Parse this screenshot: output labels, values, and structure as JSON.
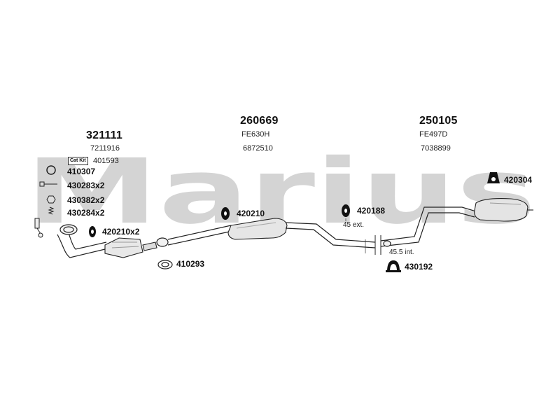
{
  "watermark": {
    "text": "Marius"
  },
  "sections": [
    {
      "main": "321111",
      "sub": "7211916"
    },
    {
      "main": "260669",
      "sub1": "FE630H",
      "sub2": "6872510"
    },
    {
      "main": "250105",
      "sub1": "FE497D",
      "sub2": "7038899"
    }
  ],
  "cat_kit": {
    "badge": "Cat Kit",
    "number": "401593"
  },
  "parts": {
    "p410307": "410307",
    "p430283": "430283x2",
    "p430382": "430382x2",
    "p430284": "430284x2",
    "p420210x2": "420210x2",
    "p410293": "410293",
    "p420210": "420210",
    "p420188": "420188",
    "p430192": "430192",
    "p420304": "420304"
  },
  "notes": {
    "ext": "45 ext.",
    "int": "45.5 int."
  }
}
